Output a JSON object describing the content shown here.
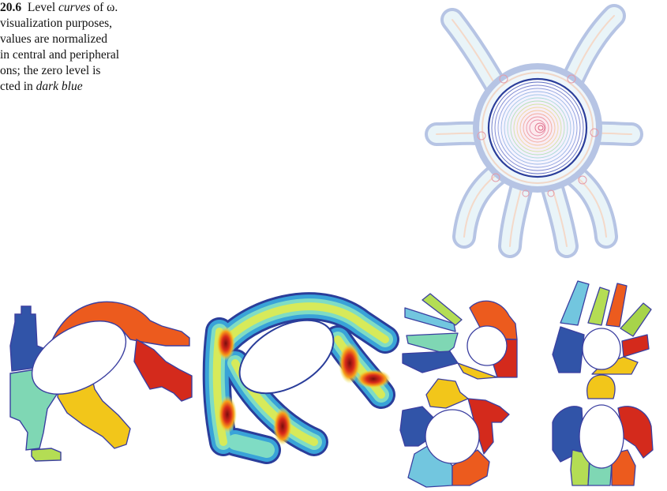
{
  "caption": {
    "label": "20.6",
    "lines": [
      {
        "pre": "Level ",
        "em": "curves",
        "post": " of ω."
      },
      {
        "pre": "visualization purposes,",
        "em": "",
        "post": ""
      },
      {
        "pre": "values are normalized",
        "em": "",
        "post": ""
      },
      {
        "pre": "in central and peripheral",
        "em": "",
        "post": ""
      },
      {
        "pre": "ons; the zero level is",
        "em": "",
        "post": ""
      },
      {
        "pre": "cted in ",
        "em": "dark blue",
        "post": ""
      }
    ]
  },
  "colors": {
    "dark_blue": "#2a3d9a",
    "red": "#d42a1c",
    "orange": "#ec5b1e",
    "yellow": "#f2c61a",
    "mint": "#7fd7b4",
    "light_green": "#b4dd54",
    "cyan": "#72c6df",
    "green_yellow": "#a7d44a"
  }
}
